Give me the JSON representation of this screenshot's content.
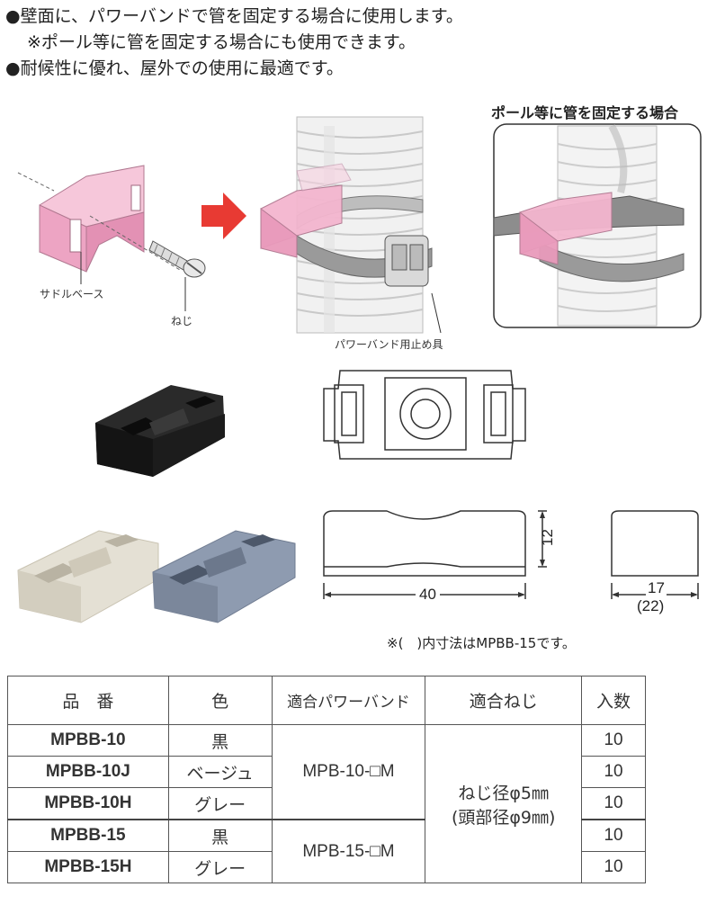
{
  "bullets": [
    "●壁面に、パワーバンドで管を固定する場合に使用します。",
    "※ポール等に管を固定する場合にも使用できます。",
    "●耐候性に優れ、屋外での使用に最適です。"
  ],
  "diagram": {
    "label_saddle_base": "サドルベース",
    "label_screw": "ねじ",
    "label_stopper": "パワーバンド用止め具",
    "callout_title": "ポール等に管を固定する場合"
  },
  "dimensions": {
    "height": "12",
    "length": "40",
    "width": "17",
    "width_alt": "(22)",
    "note": "※(　)内寸法はMPBB-15です。"
  },
  "colors": {
    "saddle_pink": "#f2b8cf",
    "arrow_red": "#e83a33",
    "band_gray": "#9a9a9a",
    "black_part": "#1e1e1e",
    "beige_part": "#e4e0d4",
    "gray_part": "#8e9bb0"
  },
  "table": {
    "headers": [
      "品　番",
      "色",
      "適合パワーバンド",
      "適合ねじ",
      "入数"
    ],
    "rows": [
      {
        "code": "MPBB-10",
        "color": "黒",
        "qty": "10"
      },
      {
        "code": "MPBB-10J",
        "color": "ベージュ",
        "qty": "10"
      },
      {
        "code": "MPBB-10H",
        "color": "グレー",
        "qty": "10"
      },
      {
        "code": "MPBB-15",
        "color": "黒",
        "qty": "10"
      },
      {
        "code": "MPBB-15H",
        "color": "グレー",
        "qty": "10"
      }
    ],
    "band_10": "MPB-10-□M",
    "band_15": "MPB-15-□M",
    "screw_line1": "ねじ径φ5㎜",
    "screw_line2": "(頭部径φ9㎜)"
  }
}
